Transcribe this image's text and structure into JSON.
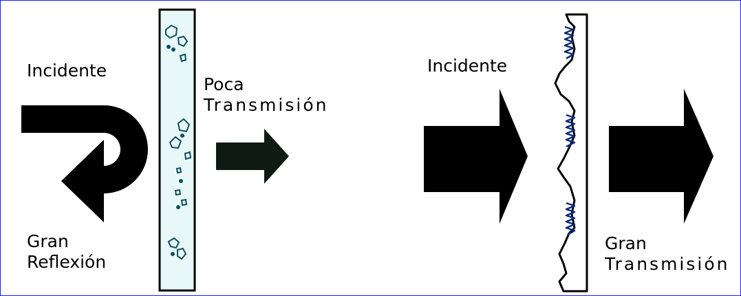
{
  "left_panel": {
    "incident_label": "Incidente",
    "transmission_line1": "Poca",
    "transmission_line2": "Transmisión",
    "reflection_line1": "Gran",
    "reflection_line2": "Reflexión"
  },
  "right_panel": {
    "incident_label": "Incidente",
    "transmission_line1": "Gran",
    "transmission_line2": "Transmisión"
  },
  "colors": {
    "border": "#1a1aff",
    "arrow": "#000000",
    "dark_arrow": "#101a14",
    "wall_fill": "#e8f8f8",
    "wall_stroke": "#000000",
    "particles": "#0b4f5e",
    "wave": "#0b2a7a"
  }
}
